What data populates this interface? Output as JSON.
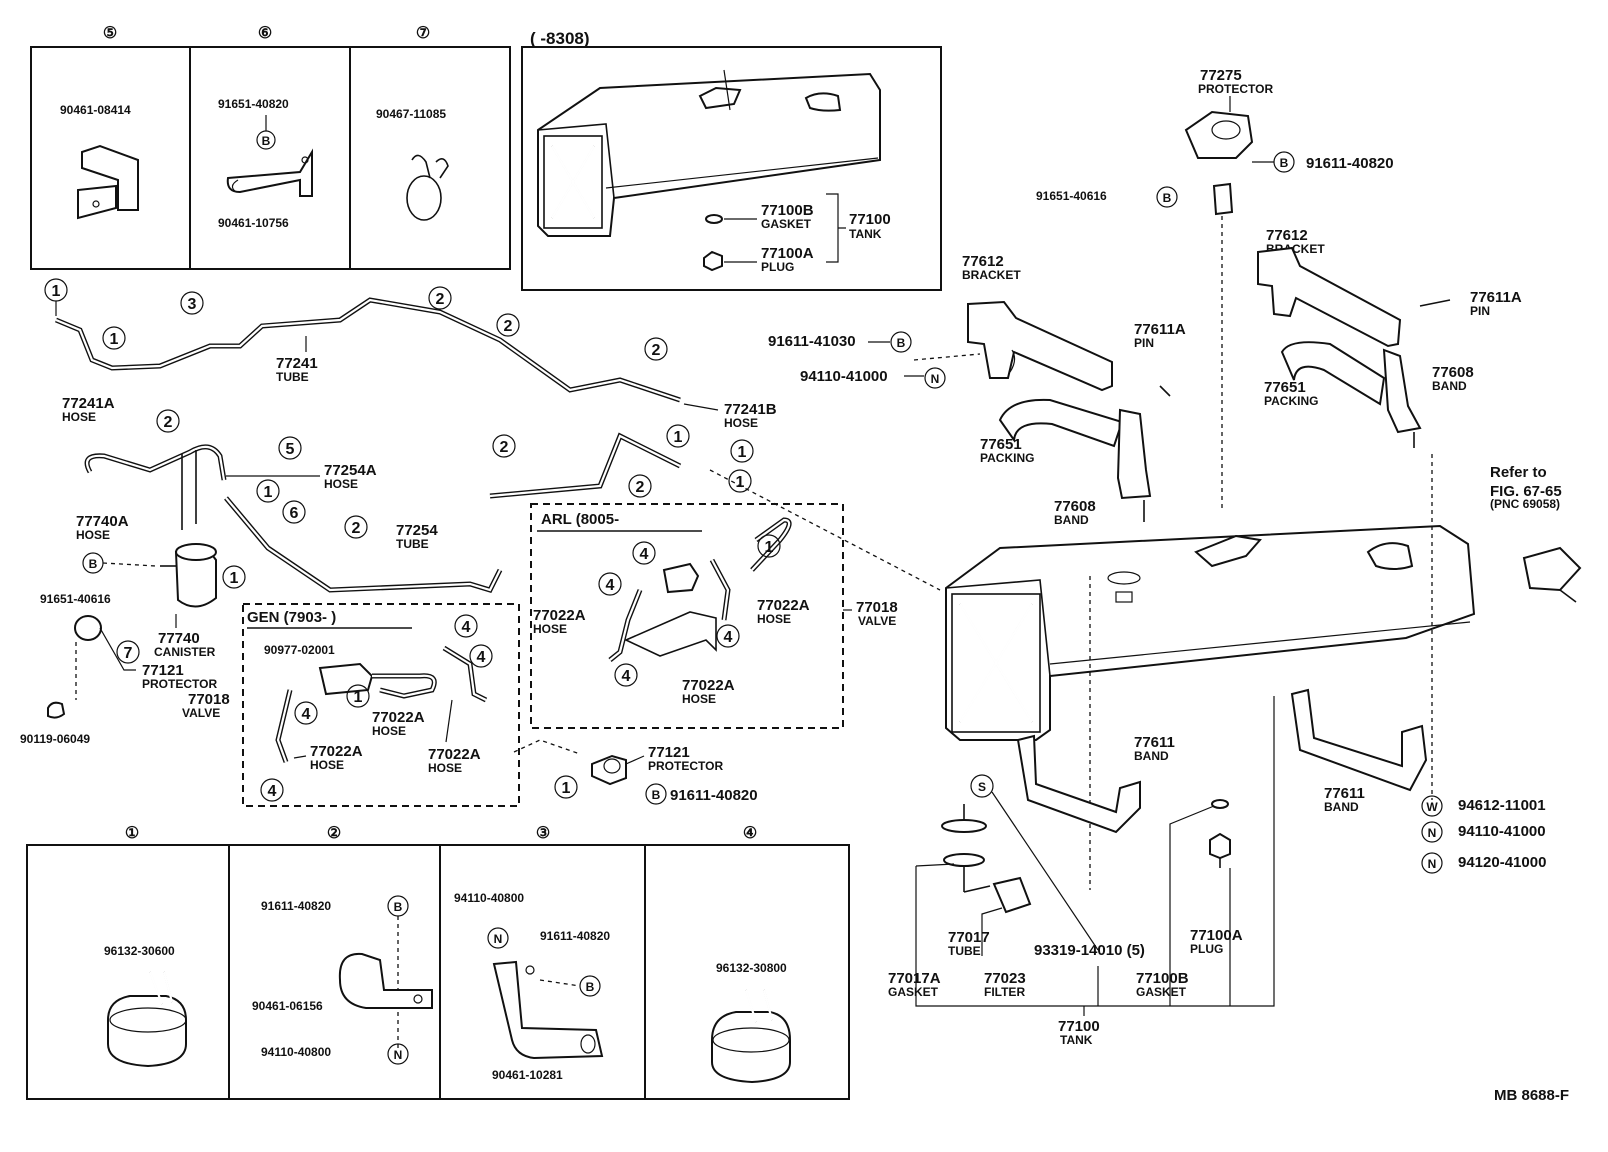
{
  "header": {
    "tank_variant": "(        -8308)"
  },
  "insets_top": [
    {
      "num": "⑤",
      "parts": [
        "90461-08414"
      ]
    },
    {
      "num": "⑥",
      "parts": [
        "91651-40820",
        "90461-10756"
      ],
      "symbol": "B"
    },
    {
      "num": "⑦",
      "parts": [
        "90467-11085"
      ]
    }
  ],
  "insets_bottom": [
    {
      "num": "①",
      "parts": [
        "96132-30600"
      ]
    },
    {
      "num": "②",
      "parts": [
        "91611-40820",
        "90461-06156",
        "94110-40800"
      ],
      "symbols": [
        "B",
        "N"
      ]
    },
    {
      "num": "③",
      "parts": [
        "94110-40800",
        "91611-40820",
        "90461-10281"
      ],
      "symbols": [
        "N",
        "B"
      ]
    },
    {
      "num": "④",
      "parts": [
        "96132-30800"
      ]
    }
  ],
  "small_tank": {
    "gasket_num": "77100B",
    "gasket_name": "GASKET",
    "plug_num": "77100A",
    "plug_name": "PLUG",
    "tank_num": "77100",
    "tank_name": "TANK"
  },
  "tubes": {
    "t77241": {
      "num": "77241",
      "name": "TUBE"
    },
    "t77241a": {
      "num": "77241A",
      "name": "HOSE"
    },
    "t77241b": {
      "num": "77241B",
      "name": "HOSE"
    },
    "t77254a": {
      "num": "77254A",
      "name": "HOSE"
    },
    "t77254": {
      "num": "77254",
      "name": "TUBE"
    },
    "t77740a": {
      "num": "77740A",
      "name": "HOSE"
    }
  },
  "canister": {
    "bolt": "91651-40616",
    "bolt_sym": "B",
    "canister_num": "77740",
    "canister_name": "CANISTER",
    "protector_num": "77121",
    "protector_name": "PROTECTOR",
    "valve_num": "77018",
    "valve_name": "VALVE",
    "nut": "90119-06049"
  },
  "gen_box": {
    "title": "GEN (7903-            )",
    "clamp": "90977-02001",
    "hose_a": {
      "num": "77022A",
      "name": "HOSE"
    },
    "hose_b": {
      "num": "77022A",
      "name": "HOSE"
    },
    "hose_c": {
      "num": "77022A",
      "name": "HOSE"
    }
  },
  "arl_box": {
    "title": "ARL (8005-",
    "hose_a": {
      "num": "77022A",
      "name": "HOSE"
    },
    "hose_b": {
      "num": "77022A",
      "name": "HOSE"
    },
    "hose_c": {
      "num": "77022A",
      "name": "HOSE"
    },
    "valve_num": "77018",
    "valve_name": "VALVE"
  },
  "protector_mid": {
    "num": "77121",
    "name": "PROTECTOR",
    "bolt": "91611-40820",
    "bolt_sym": "B"
  },
  "right": {
    "protector_num": "77275",
    "protector_name": "PROTECTOR",
    "bolt_top": "91611-40820",
    "bolt_left": "91651-40616",
    "bracket_l_num": "77612",
    "bracket_l_name": "BRACKET",
    "bracket_r_num": "77612",
    "bracket_r_name": "BRACKET",
    "pin_l_num": "77611A",
    "pin_l_name": "PIN",
    "pin_r_num": "77611A",
    "pin_r_name": "PIN",
    "bolt_b": "91611-41030",
    "nut_n": "94110-41000",
    "packing_l_num": "77651",
    "packing_l_name": "PACKING",
    "packing_r_num": "77651",
    "packing_r_name": "PACKING",
    "band_l_num": "77608",
    "band_l_name": "BAND",
    "band_r_num": "77608",
    "band_r_name": "BAND",
    "refer": [
      "Refer to",
      "FIG. 67-65",
      "(PNC 69058)"
    ],
    "band_611a_num": "77611",
    "band_611a_name": "BAND",
    "band_611b_num": "77611",
    "band_611b_name": "BAND",
    "washer": "94612-11001",
    "nut1": "94110-41000",
    "nut2": "94120-41000",
    "tube_num": "77017",
    "tube_name": "TUBE",
    "screw": "93319-14010 (5)",
    "plug_num": "77100A",
    "plug_name": "PLUG",
    "gasket_a_num": "77017A",
    "gasket_a_name": "GASKET",
    "filter_num": "77023",
    "filter_name": "FILTER",
    "gasket_b_num": "77100B",
    "gasket_b_name": "GASKET",
    "tank_num": "77100",
    "tank_name": "TANK",
    "sym_s": "S",
    "sym_w": "W",
    "sym_n": "N",
    "sym_b": "B"
  },
  "callout": "MB  8688-F"
}
